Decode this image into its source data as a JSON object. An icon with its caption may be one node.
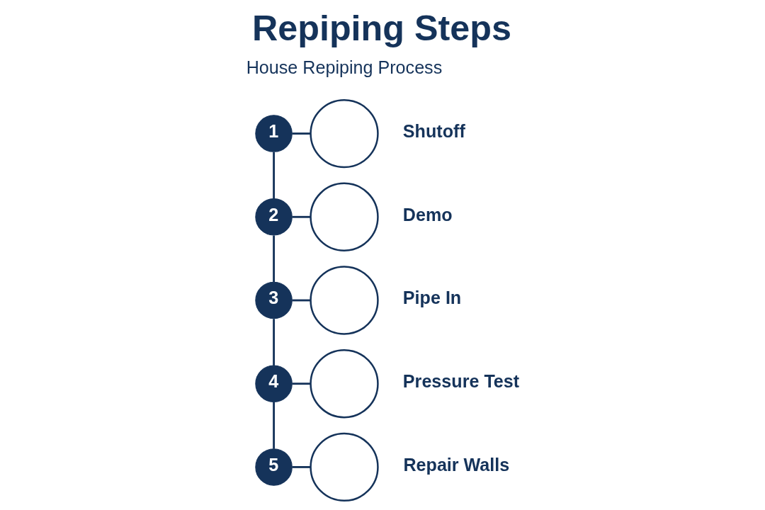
{
  "diagram": {
    "title": "Repiping Steps",
    "nodes": [
      {
        "text": [
          "1"
        ]
      },
      {
        "text": [],
        "shape": "circle",
        "beside": [
          "Shutoff"
        ]
      },
      {
        "text": [
          "2"
        ]
      },
      {
        "text": [],
        "shape": "circle",
        "beside": [
          "Demo"
        ]
      },
      {
        "text": [
          "3"
        ]
      },
      {
        "text": [],
        "shape": "circle",
        "beside": [
          "Pipe In"
        ]
      },
      {
        "text": [
          "4"
        ]
      },
      {
        "text": [],
        "shape": "circle",
        "beside": [
          "Pressure Test"
        ]
      },
      {
        "text": [
          "5"
        ]
      },
      {
        "text": [],
        "shape": "circle",
        "beside": [
          "Repair Walls"
        ]
      }
    ],
    "edges": [
      {
        "from": 0,
        "to": 1,
        "arrow": "none"
      },
      {
        "from": 0,
        "to": 2,
        "arrow": "none"
      },
      {
        "from": 2,
        "to": 3,
        "arrow": "none"
      },
      {
        "from": 2,
        "to": 4,
        "arrow": "none"
      },
      {
        "from": 4,
        "to": 5,
        "arrow": "none"
      },
      {
        "from": 4,
        "to": 6,
        "arrow": "none"
      },
      {
        "from": 6,
        "to": 7,
        "arrow": "none"
      },
      {
        "from": 6,
        "to": 8,
        "arrow": "none"
      },
      {
        "from": 8,
        "to": 9,
        "arrow": "none"
      }
    ],
    "labels": [
      "House Repiping Process"
    ]
  }
}
